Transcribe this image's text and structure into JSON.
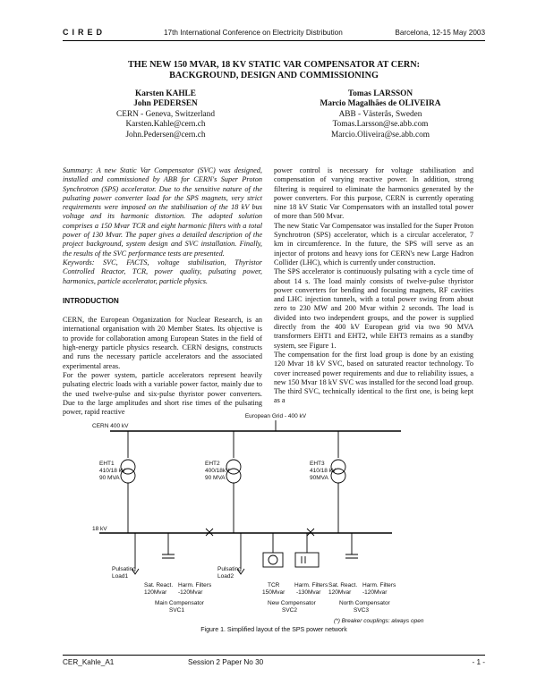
{
  "header": {
    "brand": "CIRED",
    "conference": "17th International Conference on Electricity Distribution",
    "location_date": "Barcelona, 12-15 May 2003"
  },
  "title": [
    "THE NEW 150 MVAR, 18 KV STATIC VAR COMPENSATOR AT CERN:",
    "BACKGROUND, DESIGN AND COMMISSIONING"
  ],
  "authors_left": {
    "name1": "Karsten KAHLE",
    "name2": "John PEDERSEN",
    "affil": "CERN - Geneva, Switzerland",
    "email1": "Karsten.Kahle@cern.ch",
    "email2": "John.Pedersen@cern.ch"
  },
  "authors_right": {
    "name1": "Tomas LARSSON",
    "name2": "Marcio Magalhães de OLIVEIRA",
    "affil": "ABB - Västerås, Sweden",
    "email1": "Tomas.Larsson@se.abb.com",
    "email2": "Marcio.Oliveira@se.abb.com"
  },
  "left_col": {
    "summary": "Summary: A new Static Var Compensator (SVC) was designed, installed and commissioned by ABB for CERN's Super Proton Synchrotron (SPS) accelerator. Due to the sensitive nature of the pulsating power converter load for the SPS magnets, very strict requirements were imposed on the stabilisation of the 18 kV bus voltage and its harmonic distortion. The adopted solution comprises a 150 Mvar TCR and eight harmonic filters with a total power of 130 Mvar. The paper gives a detailed description of the project background, system design and SVC installation. Finally, the results of the SVC performance tests are presented.",
    "keywords": "Keywords: SVC, FACTS, voltage stabilisation, Thyristor Controlled Reactor, TCR, power quality, pulsating power, harmonics, particle accelerator, particle physics.",
    "heading": "INTRODUCTION",
    "p1": "CERN, the European Organization for Nuclear Research, is an international organisation with 20 Member States. Its objective is to provide for collaboration among European States in the field of high-energy particle physics research. CERN designs, constructs and runs the necessary particle accelerators and the associated experimental areas.",
    "p2": "For the power system, particle accelerators represent heavily pulsating electric loads with a variable power factor, mainly due to the used twelve-pulse and six-pulse thyristor power converters. Due to the large amplitudes and short rise times of the pulsating power, rapid reactive"
  },
  "right_col": {
    "p1": "power control is necessary for voltage stabilisation and compensation of varying reactive power. In addition, strong filtering is required to eliminate the harmonics generated by the power converters. For this purpose, CERN is currently operating nine 18 kV Static Var Compensators with an installed total power of more than 500 Mvar.",
    "p2": "The new Static Var Compensator was installed for the Super Proton Synchrotron (SPS) accelerator, which is a circular accelerator, 7 km in circumference. In the future, the SPS will serve as an injector of protons and heavy ions for CERN's new Large Hadron Collider (LHC), which is currently under construction.",
    "p3": "The SPS accelerator is continuously pulsating with a cycle time of about 14 s. The load mainly consists of twelve-pulse thyristor power converters for bending and focusing magnets, RF cavities and LHC injection tunnels, with a total power swing from about zero to 230 MW and 200 Mvar within 2 seconds. The load is divided into two independent groups, and the power is supplied directly from the 400 kV European grid via two 90 MVA transformers EHT1 and EHT2, while EHT3 remains as a standby system, see Figure 1.",
    "p4": "The compensation for the first load group is done by an existing 120 Mvar 18 kV SVC, based on saturated reactor technology. To cover increased power requirements and due to reliability issues, a new 150 Mvar 18 kV SVC was installed for the second load group. The third SVC, technically identical to the first one, is being kept as a"
  },
  "figure": {
    "grid": "European Grid - 400 kV",
    "bus400": "CERN 400 kV",
    "bus18": "18 kV",
    "eht1": [
      "EHT1",
      "410/18 kV",
      "90 MVA"
    ],
    "eht2": [
      "EHT2",
      "400/18kV",
      "90 MVA"
    ],
    "eht3": [
      "EHT3",
      "410/18 kV",
      "90MVA"
    ],
    "load1": [
      "Pulsating",
      "Load1"
    ],
    "load2": [
      "Pulsating",
      "Load2"
    ],
    "main_comp": [
      "Sat. React.",
      "120Mvar",
      "Harm. Filters",
      "-120Mvar",
      "Main Compensator",
      "SVC1"
    ],
    "new_comp": [
      "TCR",
      "150Mvar",
      "Harm. Filters",
      "-130Mvar",
      "New Compensator",
      "SVC2"
    ],
    "north_comp": [
      "Sat. React.",
      "120Mvar",
      "Harm. Filters",
      "-120Mvar",
      "North Compensator",
      "SVC3"
    ],
    "note": "(*) Breaker couplings: always open"
  },
  "caption": "Figure 1. Simplified layout of the SPS power network",
  "footer": {
    "code": "CER_Kahle_A1",
    "session": "Session 2   Paper No 30",
    "page": "- 1 -"
  }
}
